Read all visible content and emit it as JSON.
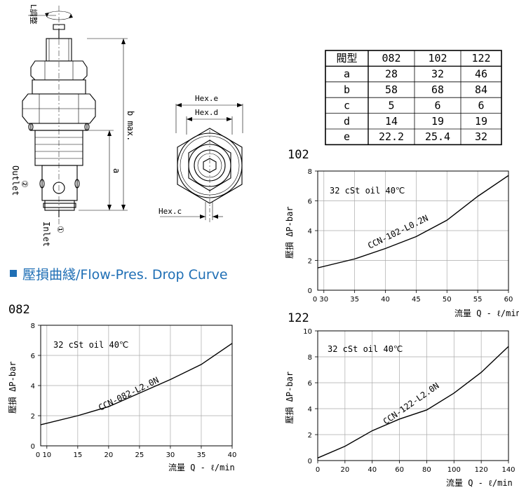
{
  "drawing": {
    "adjust_label": "L調整",
    "b_label": "b max.",
    "a_label": "a",
    "outlet_label": "Outlet",
    "outlet_num": "②",
    "inlet_label": "Inlet",
    "inlet_num": "①",
    "hex_e": "Hex.e",
    "hex_d": "Hex.d",
    "hex_c": "Hex.c"
  },
  "section_title": {
    "square": "■",
    "text": "壓損曲綫/Flow-Pres. Drop Curve"
  },
  "table": {
    "header": [
      "閥型",
      "082",
      "102",
      "122"
    ],
    "rows": [
      [
        "a",
        "28",
        "32",
        "46"
      ],
      [
        "b",
        "58",
        "68",
        "84"
      ],
      [
        "c",
        "5",
        "6",
        "6"
      ],
      [
        "d",
        "14",
        "19",
        "19"
      ],
      [
        "e",
        "22.2",
        "25.4",
        "32"
      ]
    ]
  },
  "chart_data": [
    {
      "type": "line",
      "title": "102",
      "ylabel_a": "壓損",
      "ylabel_b": "ΔP-bar",
      "xlabel": "流量 Q - ℓ/min",
      "annotation": "32 cSt oil 40℃",
      "xticks": [
        "30",
        "35",
        "40",
        "45",
        "50",
        "55",
        "60"
      ],
      "yticks": [
        "2",
        "4",
        "6",
        "8"
      ],
      "xlim": [
        29,
        60
      ],
      "ylim": [
        0,
        8
      ],
      "grid": true,
      "series": [
        {
          "name": "CCN-102-L0.2N",
          "x": [
            29,
            35,
            40,
            45,
            50,
            55,
            60
          ],
          "y": [
            1.5,
            2.1,
            2.8,
            3.6,
            4.7,
            6.3,
            7.7
          ]
        }
      ]
    },
    {
      "type": "line",
      "title": "082",
      "ylabel_a": "壓損",
      "ylabel_b": "ΔP-bar",
      "xlabel": "流量 Q - ℓ/min",
      "annotation": "32 cSt oil 40℃",
      "xticks": [
        "10",
        "15",
        "20",
        "25",
        "30",
        "35",
        "40"
      ],
      "yticks": [
        "2",
        "4",
        "6",
        "8"
      ],
      "xlim": [
        9,
        40
      ],
      "ylim": [
        0,
        8
      ],
      "grid": true,
      "series": [
        {
          "name": "CCN-082-L2.0N",
          "x": [
            9,
            15,
            20,
            25,
            30,
            35,
            40
          ],
          "y": [
            1.4,
            2.0,
            2.6,
            3.5,
            4.4,
            5.4,
            6.8
          ]
        }
      ]
    },
    {
      "type": "line",
      "title": "122",
      "ylabel_a": "壓損",
      "ylabel_b": "ΔP-bar",
      "xlabel": "流量 Q - ℓ/min",
      "annotation": "32 cSt oil 40℃",
      "xticks": [
        "0",
        "20",
        "40",
        "60",
        "80",
        "100",
        "120",
        "140"
      ],
      "yticks": [
        "2",
        "4",
        "6",
        "8",
        "10"
      ],
      "xlim": [
        0,
        140
      ],
      "ylim": [
        0,
        10
      ],
      "grid": true,
      "series": [
        {
          "name": "CCN-122-L2.0N",
          "x": [
            0,
            20,
            40,
            60,
            80,
            100,
            120,
            140
          ],
          "y": [
            0.2,
            1.1,
            2.3,
            3.2,
            3.9,
            5.2,
            6.8,
            8.8
          ]
        }
      ]
    }
  ],
  "colors": {
    "section_blue": "#1f6fb5",
    "grid": "#aaaaaa"
  }
}
